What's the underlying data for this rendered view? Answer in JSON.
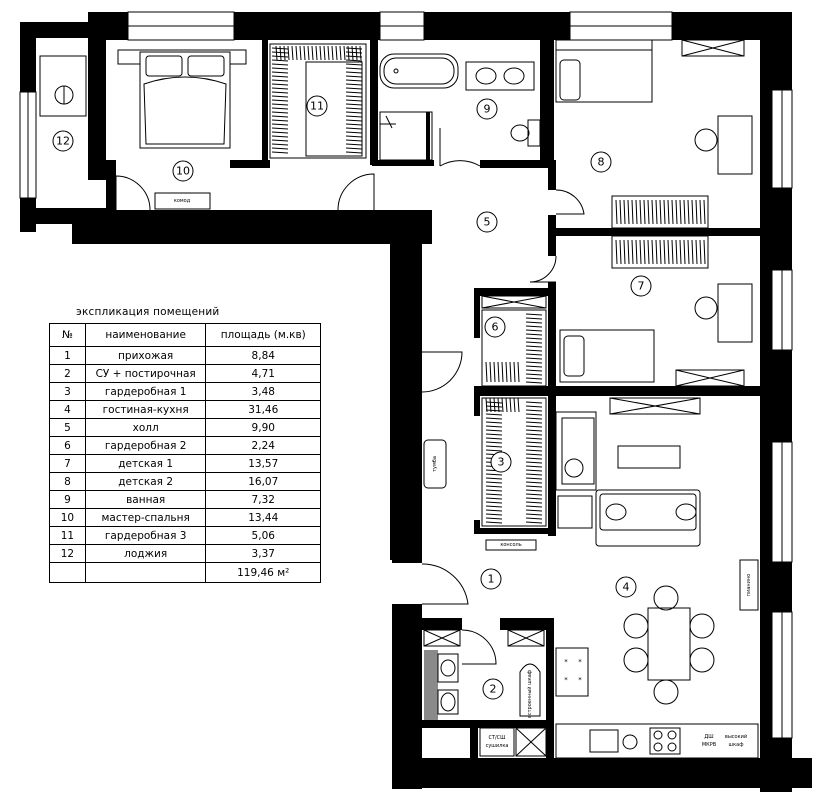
{
  "legend": {
    "title": "экспликация помещений",
    "columns": [
      "№",
      "наименование",
      "площадь (м.кв)"
    ],
    "rows": [
      {
        "num": "1",
        "name": "прихожая",
        "area": "8,84"
      },
      {
        "num": "2",
        "name": "СУ + постирочная",
        "area": "4,71"
      },
      {
        "num": "3",
        "name": "гардеробная 1",
        "area": "3,48"
      },
      {
        "num": "4",
        "name": "гостиная-кухня",
        "area": "31,46"
      },
      {
        "num": "5",
        "name": "холл",
        "area": "9,90"
      },
      {
        "num": "6",
        "name": "гардеробная 2",
        "area": "2,24"
      },
      {
        "num": "7",
        "name": "детская 1",
        "area": "13,57"
      },
      {
        "num": "8",
        "name": "детская 2",
        "area": "16,07"
      },
      {
        "num": "9",
        "name": "ванная",
        "area": "7,32"
      },
      {
        "num": "10",
        "name": "мастер-спальня",
        "area": "13,44"
      },
      {
        "num": "11",
        "name": "гардеробная 3",
        "area": "5,06"
      },
      {
        "num": "12",
        "name": "лоджия",
        "area": "3,37"
      }
    ],
    "total": "119,46 м²"
  },
  "rooms": {
    "r1": "1",
    "r2": "2",
    "r3": "3",
    "r4": "4",
    "r5": "5",
    "r6": "6",
    "r7": "7",
    "r8": "8",
    "r9": "9",
    "r10": "10",
    "r11": "11",
    "r12": "12"
  },
  "furniture_labels": {
    "komod": "комод",
    "tumba": "тумба",
    "konsol": "консоль",
    "pianino": "пианино",
    "vstroennyy_shkaf": "встроенный шкаф",
    "st_sushilka": "СТ/СШ",
    "sushilka_sub": "сушилка",
    "dsh": "ДШ",
    "mkrv": "МКРВ",
    "vysokiy_shkaf": "высокий",
    "vysokiy_shkaf2": "шкаф"
  }
}
